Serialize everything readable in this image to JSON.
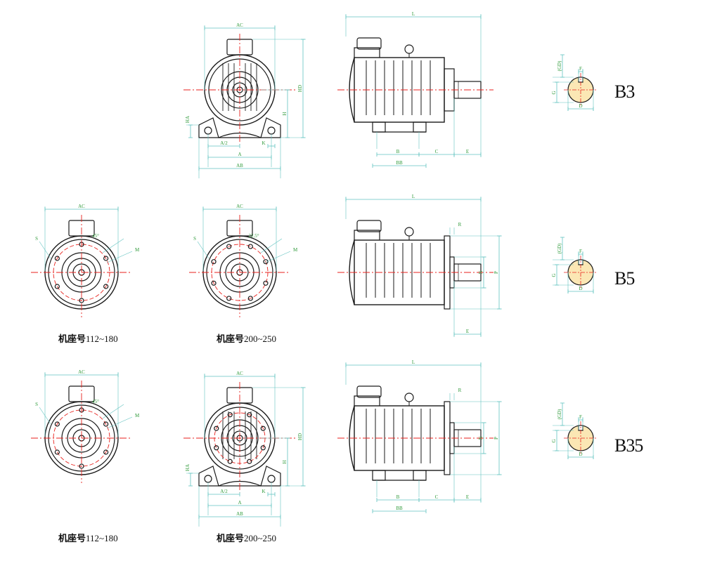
{
  "colors": {
    "outline": "#1a1a1a",
    "dimension": "#62c3c0",
    "dimension_text": "#2f9a3a",
    "centerline": "#e8221d",
    "shaft_fill": "#fbe7b4",
    "background": "#ffffff"
  },
  "captions": {
    "frame_label": "机座号",
    "range_small": "112~180",
    "range_large": "200~250"
  },
  "mount_types": {
    "b3": "B3",
    "b5": "B5",
    "b35": "B35"
  },
  "dims": {
    "ac": "AC",
    "hd": "HD",
    "h": "H",
    "ha": "HA",
    "a2": "A/2",
    "a": "A",
    "ab": "AB",
    "k": "K",
    "l": "L",
    "b": "B",
    "bb": "BB",
    "c": "C",
    "e": "E",
    "r": "R",
    "n": "N",
    "p": "P",
    "m": "M",
    "s": "S",
    "g": "G",
    "gd": "(GD)",
    "f": "F",
    "d": "D",
    "angle45": "45°",
    "angle225": "22.5°"
  }
}
